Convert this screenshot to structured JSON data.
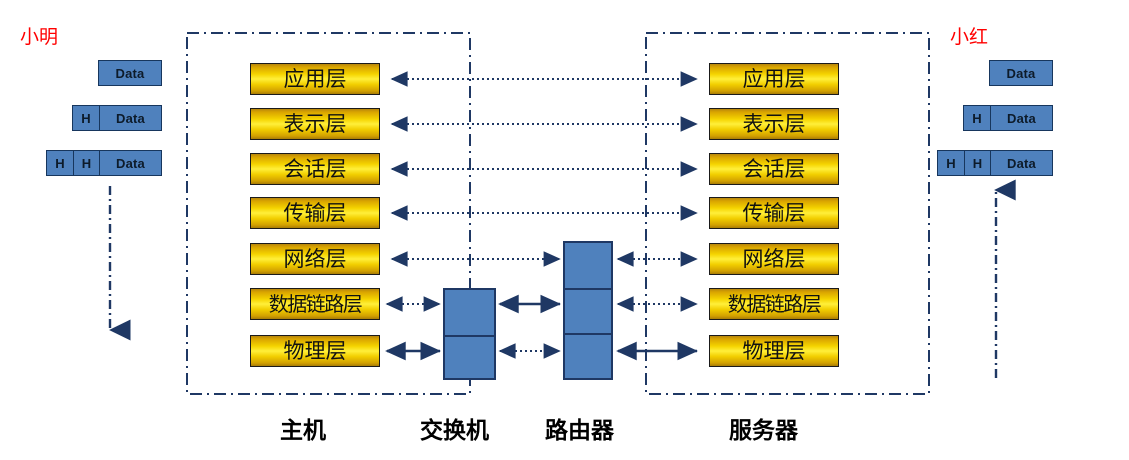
{
  "diagram": {
    "title_people": {
      "left": "小明",
      "right": "小红"
    },
    "osi_layers": [
      "应用层",
      "表示层",
      "会话层",
      "传输层",
      "网络层",
      "数据链路层",
      "物理层"
    ],
    "packets": {
      "header_label": "H",
      "data_label": "Data",
      "left_stack": [
        {
          "headers": 0,
          "data": "Data"
        },
        {
          "headers": 1,
          "data": "Data"
        },
        {
          "headers": 2,
          "data": "Data"
        }
      ],
      "right_stack": [
        {
          "headers": 0,
          "data": "Data"
        },
        {
          "headers": 1,
          "data": "Data"
        },
        {
          "headers": 2,
          "data": "Data"
        }
      ]
    },
    "captions": {
      "host": "主机",
      "switch": "交换机",
      "router": "路由器",
      "server": "服务器"
    },
    "devices": {
      "switch_segments": 2,
      "router_segments": 3
    },
    "colors": {
      "layer_gold": "#f5d400",
      "layer_gold_dark": "#b8860b",
      "device_blue": "#4f81bd",
      "device_border": "#1f3864",
      "arrow_blue": "#1f3864",
      "person_red": "#ff0000",
      "boundary": "#1f3864"
    },
    "flow_arrows": {
      "left_direction": "down",
      "right_direction": "up"
    }
  }
}
